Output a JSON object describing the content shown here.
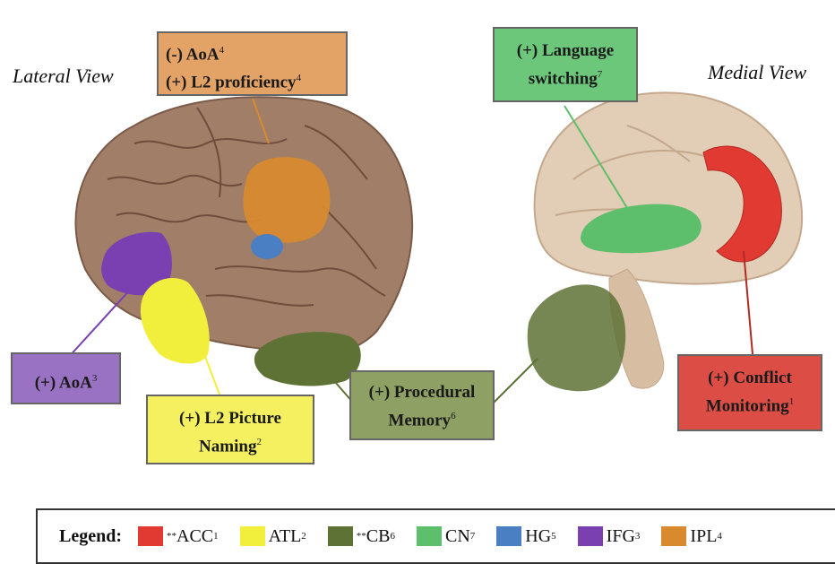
{
  "views": {
    "lateral": "Lateral View",
    "medial": "Medial View"
  },
  "boxes": {
    "ipl": {
      "line1": "(-) AoA",
      "sup1": "4",
      "line2": "(+) L2 proficiency",
      "sup2": "4"
    },
    "cn": {
      "line1": "(+) Language",
      "line2": "switching",
      "sup2": "7"
    },
    "ifg": {
      "line1": "(+) AoA",
      "sup1": "3"
    },
    "atl": {
      "line1": "(+) L2 Picture",
      "line2": "Naming",
      "sup2": "2"
    },
    "cb": {
      "line1": "(+) Procedural",
      "line2": "Memory",
      "sup2": "6"
    },
    "acc": {
      "line1": "(+) Conflict",
      "line2": "Monitoring",
      "sup2": "1"
    }
  },
  "colors": {
    "acc": "#e03a33",
    "atl": "#f2ee3c",
    "cb": "#5f7236",
    "cn": "#5dbe6b",
    "hg": "#4a7fc4",
    "ifg": "#7a3fb0",
    "ipl": "#d98a2e"
  },
  "legend": {
    "title": "Legend:",
    "items": [
      {
        "prefix": "**",
        "label": "ACC",
        "sup": "1",
        "color": "#e03a33"
      },
      {
        "prefix": "",
        "label": "ATL",
        "sup": "2",
        "color": "#f2ee3c"
      },
      {
        "prefix": "**",
        "label": "CB",
        "sup": "6",
        "color": "#5f7236"
      },
      {
        "prefix": "",
        "label": "CN",
        "sup": "7",
        "color": "#5dbe6b"
      },
      {
        "prefix": "",
        "label": "HG",
        "sup": "5",
        "color": "#4a7fc4"
      },
      {
        "prefix": "",
        "label": "IFG",
        "sup": "3",
        "color": "#7a3fb0"
      },
      {
        "prefix": "",
        "label": "IPL",
        "sup": "4",
        "color": "#d98a2e"
      }
    ]
  }
}
